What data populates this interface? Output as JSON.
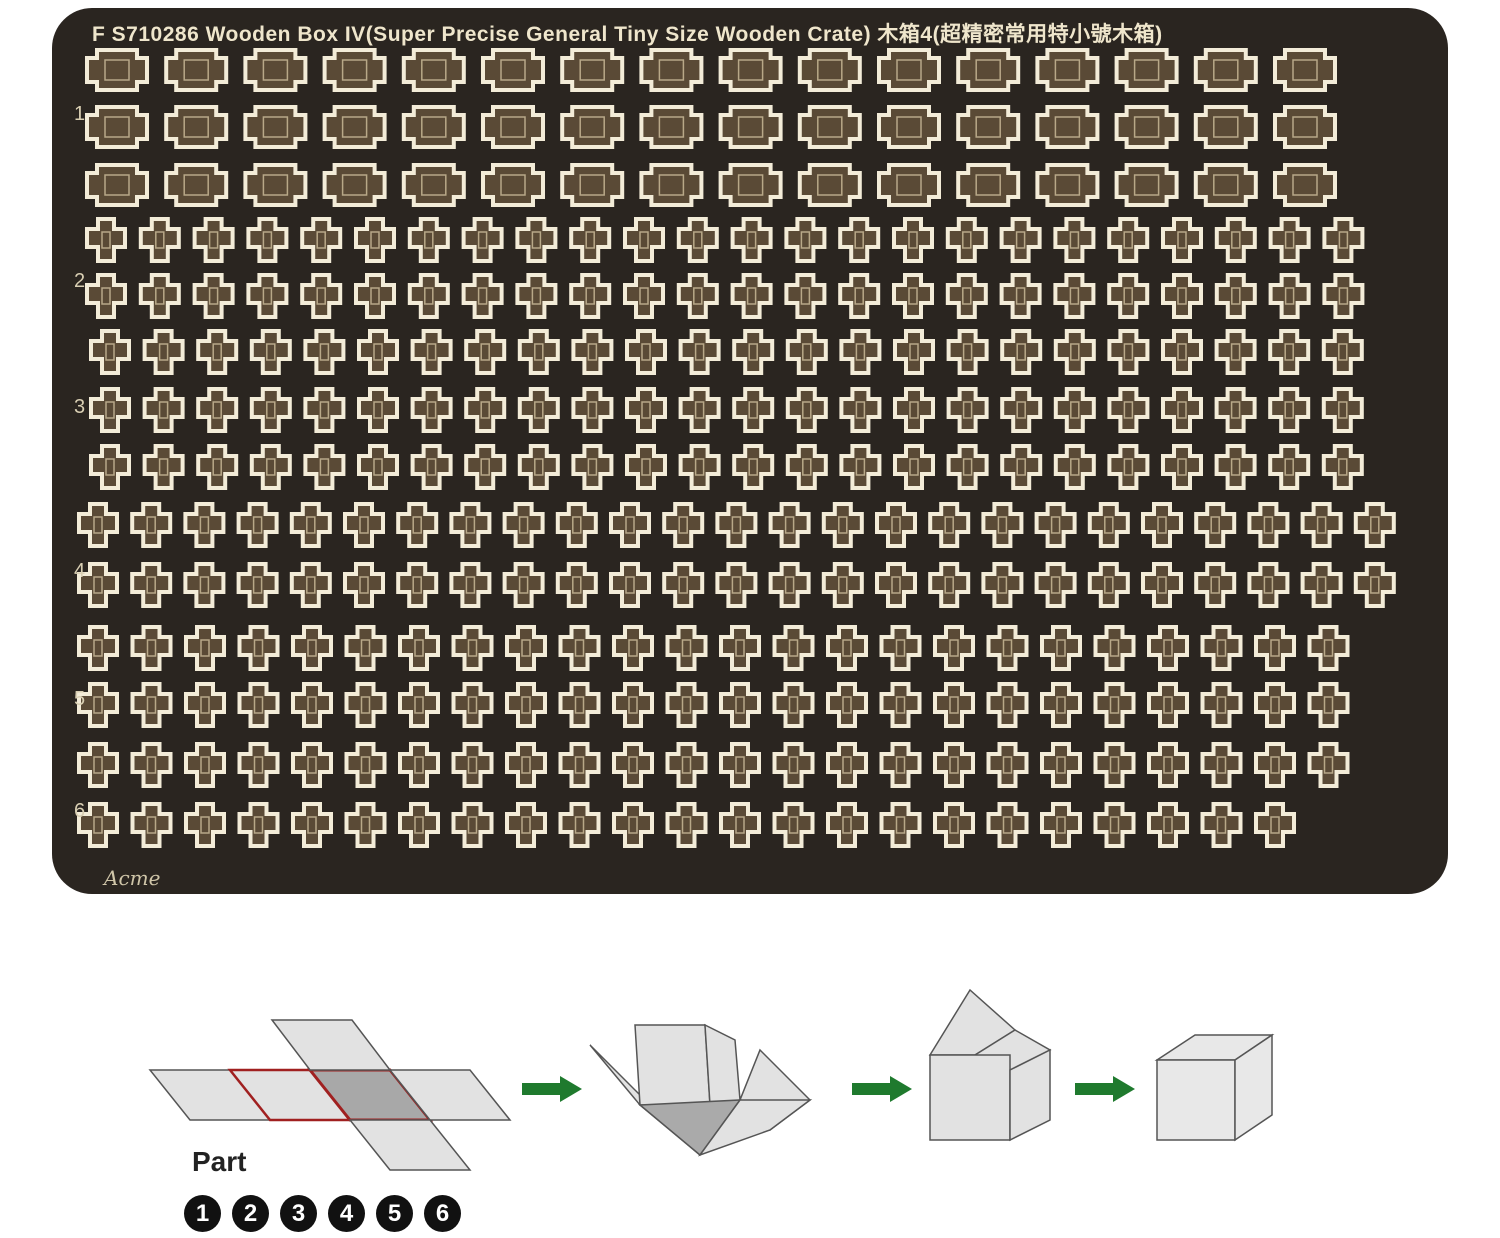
{
  "sheet": {
    "title": "F S710286 Wooden Box IV(Super Precise General Tiny Size Wooden Crate) 木箱4(超精密常用特小號木箱)",
    "signature": "Acme",
    "groups": [
      {
        "label": "1",
        "rows": 3,
        "per_row": [
          16,
          16,
          16
        ],
        "shape": "wide"
      },
      {
        "label": "2",
        "rows": 2,
        "per_row": [
          24,
          24
        ],
        "shape": "cross"
      },
      {
        "label": "3",
        "rows": 3,
        "per_row": [
          24,
          24,
          24
        ],
        "shape": "cross"
      },
      {
        "label": "4",
        "rows": 2,
        "per_row": [
          25,
          25
        ],
        "shape": "cross"
      },
      {
        "label": "5",
        "rows": 2,
        "per_row": [
          24,
          24
        ],
        "shape": "cross"
      },
      {
        "label": "6",
        "rows": 2,
        "per_row": [
          24,
          23
        ],
        "shape": "cross"
      }
    ]
  },
  "legend": {
    "part_label": "Part",
    "part_numbers": [
      "1",
      "2",
      "3",
      "4",
      "5",
      "6"
    ]
  },
  "colors": {
    "sheet": "#2a2520",
    "metal": "#f3ecd8",
    "arrow": "#1f7a2e",
    "net_outline": "#a02020"
  }
}
